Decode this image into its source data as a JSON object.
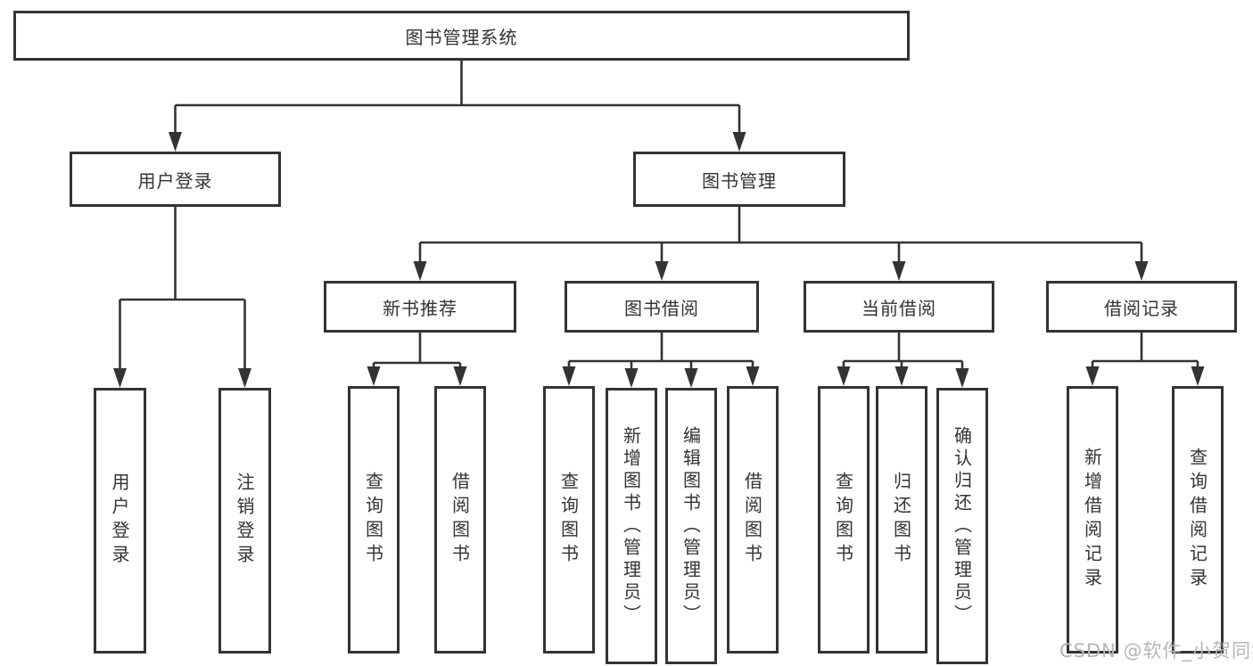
{
  "diagram": {
    "title": "图书管理系统",
    "root": {
      "label": "图书管理系统"
    },
    "branches": [
      {
        "label": "用户登录"
      },
      {
        "label": "图书管理"
      }
    ],
    "modules": [
      {
        "label": "新书推荐"
      },
      {
        "label": "图书借阅"
      },
      {
        "label": "当前借阅"
      },
      {
        "label": "借阅记录"
      }
    ],
    "leaves": {
      "login": [
        "用户登录",
        "注销登录"
      ],
      "recommend": [
        "查询图书",
        "借阅图书"
      ],
      "borrow": [
        "查询图书",
        "新增图书（管理员）",
        "编辑图书（管理员）",
        "借阅图书"
      ],
      "current": [
        "查询图书",
        "归还图书",
        "确认归还（管理员）"
      ],
      "records": [
        "新增借阅记录",
        "查询借阅记录"
      ]
    }
  },
  "watermark": {
    "text": "CSDN @软件_小贺同学",
    "color": "#b5b5b5"
  },
  "colors": {
    "line": "#333333",
    "border": "#333333",
    "text": "#333333",
    "background": "#ffffff"
  }
}
